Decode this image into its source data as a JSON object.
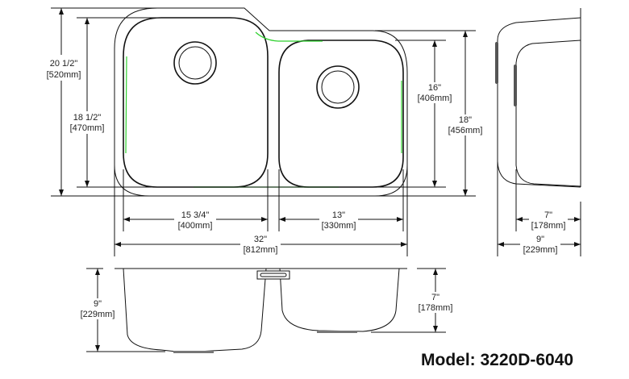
{
  "top_view": {
    "overall_depth": {
      "in": "20 1/2\"",
      "mm": "[520mm]"
    },
    "left_bowl_depth": {
      "in": "18 1/2\"",
      "mm": "[470mm]"
    },
    "right_bowl_depth": {
      "in": "16\"",
      "mm": "[406mm]"
    },
    "right_overall_depth": {
      "in": "18\"",
      "mm": "[456mm]"
    },
    "left_bowl_width": {
      "in": "15 3/4\"",
      "mm": "[400mm]"
    },
    "right_bowl_width": {
      "in": "13\"",
      "mm": "[330mm]"
    },
    "overall_width": {
      "in": "32\"",
      "mm": "[812mm]"
    }
  },
  "side_view": {
    "small_bowl_height": {
      "in": "7\"",
      "mm": "[178mm]"
    },
    "large_bowl_height": {
      "in": "9\"",
      "mm": "[229mm]"
    }
  },
  "front_view": {
    "left_depth": {
      "in": "9\"",
      "mm": "[229mm]"
    },
    "right_depth": {
      "in": "7\"",
      "mm": "[178mm]"
    }
  },
  "model_label": "Model: 3220D-6040",
  "colors": {
    "lines": "#111111",
    "highlight": "#2fd12f"
  }
}
